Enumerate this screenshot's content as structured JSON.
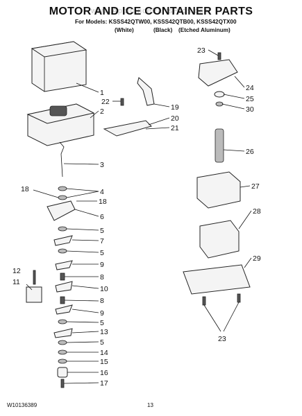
{
  "header": {
    "title": "MOTOR AND ICE CONTAINER PARTS",
    "models": "For Models: KSSS42QTW00, KSSS42QTB00, KSSS42QTX00",
    "variants": [
      "(White)",
      "(Black)",
      "(Etched Aluminum)"
    ],
    "watermark": "www.AppliancePartsPros.com"
  },
  "callouts": [
    "1",
    "2",
    "3",
    "4",
    "5",
    "6",
    "7",
    "8",
    "9",
    "10",
    "11",
    "12",
    "13",
    "14",
    "15",
    "16",
    "17",
    "18",
    "18",
    "19",
    "20",
    "21",
    "22",
    "23",
    "23",
    "24",
    "25",
    "26",
    "27",
    "28",
    "29",
    "30"
  ],
  "footer": {
    "doc_number": "W10136389",
    "page_number": "13"
  }
}
